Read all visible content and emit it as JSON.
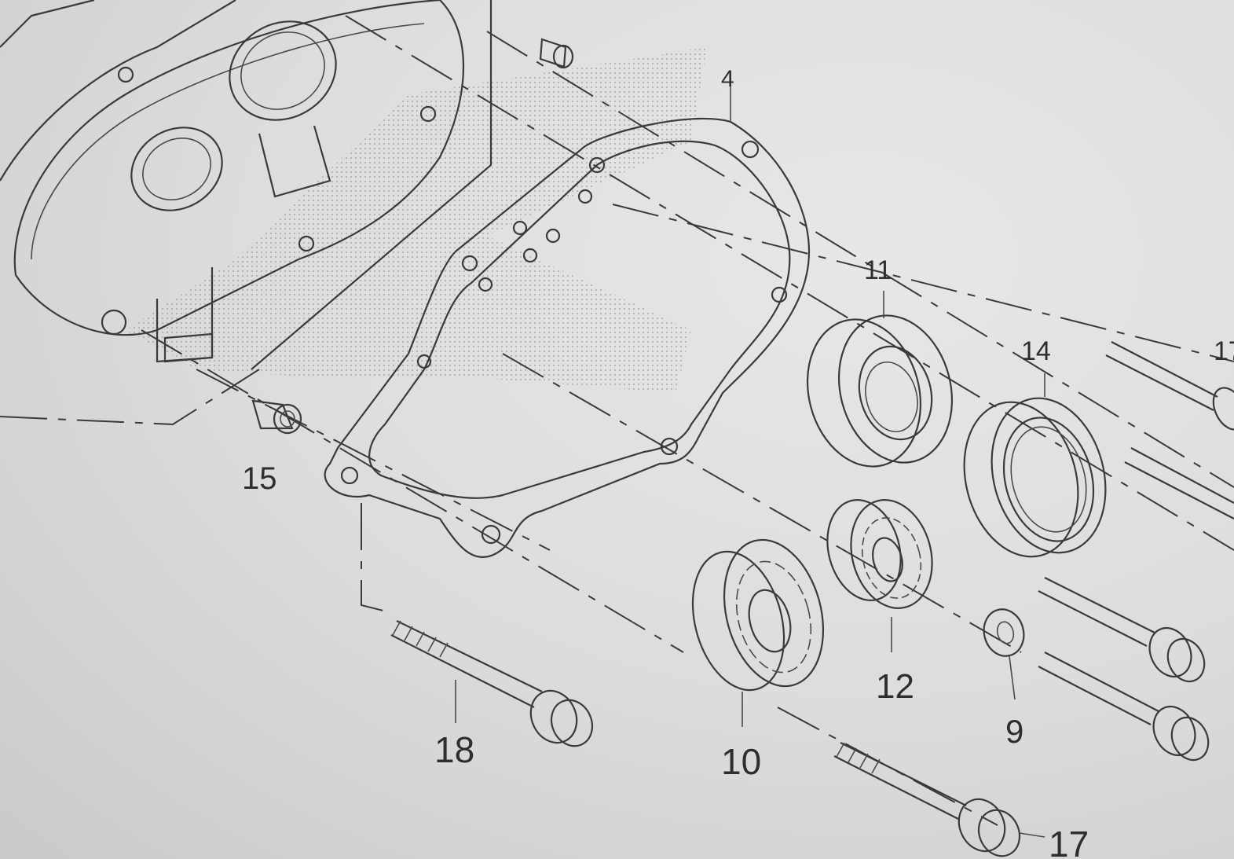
{
  "diagram": {
    "title": "Crankcase cover gasket exploded view",
    "labels": {
      "gasket": "4",
      "seal_11": "11",
      "seal_14": "14",
      "dowel_15": "15",
      "bolt_18": "18",
      "bearing_10": "10",
      "bearing_12": "12",
      "washer_9": "9",
      "bolt_17_bottom": "17",
      "bolt_17_top": "17"
    }
  }
}
